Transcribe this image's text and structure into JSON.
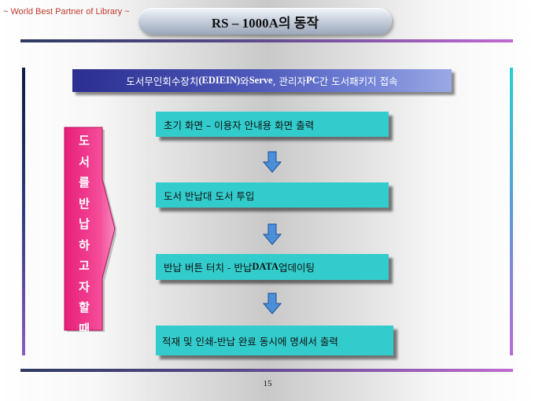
{
  "tagline": "~ World Best  Partner of Library ~",
  "title": "RS – 1000A의 동작",
  "header": {
    "part1": "도서무인회수장치",
    "part2": "(EDIEIN)",
    "part3": "와 ",
    "part4": "Serve",
    "part5": " , 관리자 ",
    "part6": "PC",
    "part7": "간 도서패키지  접속"
  },
  "side_label_chars": [
    "도",
    "서",
    "를",
    "반",
    "납",
    "하",
    "고",
    "자",
    "할",
    "때"
  ],
  "steps": {
    "step1": "초기 화면 – 이용자 안내용 화면 출력",
    "step2": "도서 반납대 도서 투입",
    "step3_a": "반납 버튼 터치 - 반납 ",
    "step3_b": "DATA",
    "step3_c": " 업데이팅",
    "step4": "적재 및 인쇄-반납 완료 동시에 명세서 출력"
  },
  "page_number": "15",
  "colors": {
    "step_fill": "#33cccc",
    "side_arrow_fill": "#f23a8a",
    "down_arrow_fill": "#4a8fd8",
    "header_fill": "#3c44a6"
  }
}
